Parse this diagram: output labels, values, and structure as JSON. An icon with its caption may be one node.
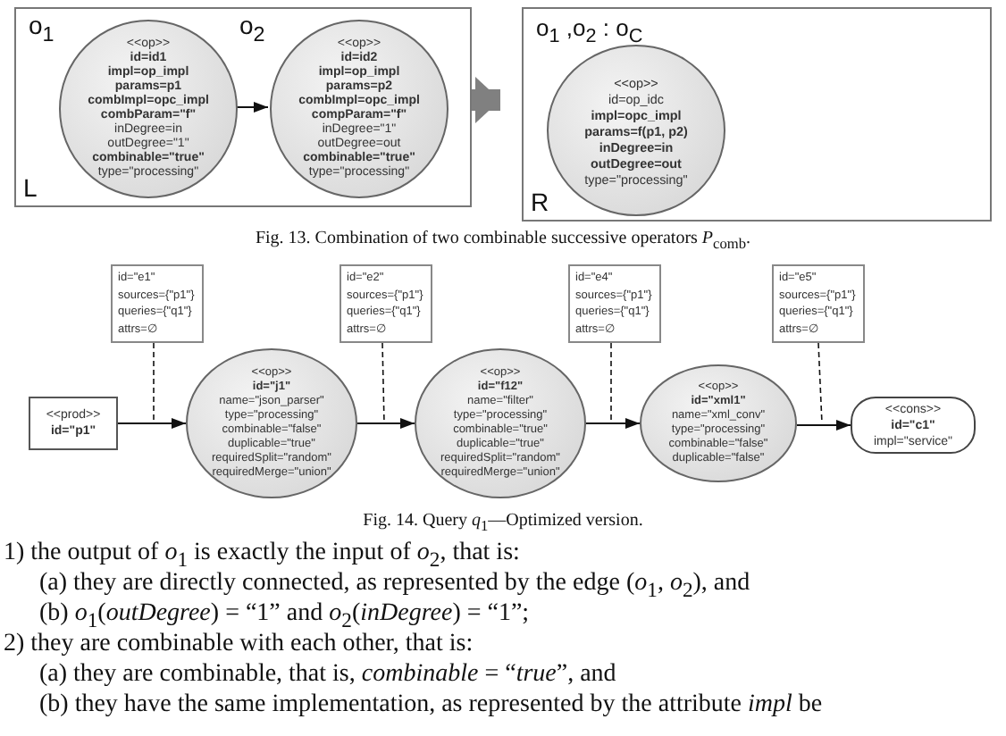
{
  "diagram": {
    "nodes": [
      {
        "text": [
          "L"
        ]
      },
      {
        "text": [
          "<<op>>",
          "id=id1",
          "impl=op_impl",
          "params=p1",
          "combImpl=opc_impl",
          "combParam=\"f\"",
          "inDegree=in",
          "outDegree=\"1\"",
          "combinable=\"true\"",
          "type=\"processing\""
        ],
        "in": 0,
        "beside": [
          "o$_{1}$"
        ]
      },
      {
        "text": [
          "<<op>>",
          "id=id2",
          "impl=op_impl",
          "params=p2",
          "combImpl=opc_impl",
          "compParam=\"f\"",
          "inDegree=\"1\"",
          "outDegree=out",
          "combinable=\"true\"",
          "type=\"processing\""
        ],
        "in": 0,
        "beside": [
          "o$_{2}$"
        ]
      },
      {
        "text": [
          "R"
        ]
      },
      {
        "text": [
          "<<op>>",
          "id=op_idc",
          "impl=opc_impl",
          "params=f(p1, p2)",
          "inDegree=in",
          "outDegree=out",
          "type=\"processing\""
        ],
        "in": 3,
        "beside": [
          "o$_{1}$ ,o$_{2}$ : o$_{C}$"
        ]
      },
      {
        "text": [
          "id=\"e1\"",
          "sources={\"p1\"}",
          "queries={\"q1\"}",
          "attrs=∅"
        ]
      },
      {
        "text": [
          "id=\"e2\"",
          "sources={\"p1\"}",
          "queries={\"q1\"}",
          "attrs=∅"
        ]
      },
      {
        "text": [
          "id=\"e4\"",
          "sources={\"p1\"}",
          "queries={\"q1\"}",
          "attrs=∅"
        ]
      },
      {
        "text": [
          "id=\"e5\"",
          "sources={\"p1\"}",
          "queries={\"q1\"}",
          "attrs=∅"
        ]
      },
      {
        "text": [
          "<<prod>>",
          "id=\"p1\""
        ]
      },
      {
        "text": [
          "<<op>>",
          "id=\"j1\"",
          "name=\"json_parser\"",
          "type=\"processing\"",
          "combinable=\"false\"",
          "duplicable=\"true\"",
          "requiredSplit=\"random\"",
          "requiredMerge=\"union\""
        ]
      },
      {
        "text": [
          "<<op>>",
          "id=\"f12\"",
          "name=\"filter\"",
          "type=\"processing\"",
          "combinable=\"true\"",
          "duplicable=\"true\"",
          "requiredSplit=\"random\"",
          "requiredMerge=\"union\""
        ]
      },
      {
        "text": [
          "<<op>>",
          "id=\"xml1\"",
          "name=\"xml_conv\"",
          "type=\"processing\"",
          "combinable=\"false\"",
          "duplicable=\"false\""
        ]
      },
      {
        "text": [
          "<<cons>>",
          "id=\"c1\"",
          "impl=\"service\""
        ]
      }
    ],
    "edges": [
      {
        "from": 1,
        "to": 2,
        "arrow": "to"
      },
      {
        "from": 0,
        "to": 3,
        "arrow": "to",
        "style": "thick",
        "color": "#808080"
      },
      {
        "from": 9,
        "to": 10,
        "arrow": "to"
      },
      {
        "from": 10,
        "to": 11,
        "arrow": "to"
      },
      {
        "from": 11,
        "to": 12,
        "arrow": "to"
      },
      {
        "from": 12,
        "to": 13,
        "arrow": "to"
      },
      {
        "from": 5,
        "to": null,
        "arrow": "none",
        "style": "dashed"
      },
      {
        "from": 6,
        "to": null,
        "arrow": "none",
        "style": "dashed"
      },
      {
        "from": 7,
        "to": null,
        "arrow": "none",
        "style": "dashed"
      },
      {
        "from": 8,
        "to": null,
        "arrow": "none",
        "style": "dashed"
      }
    ],
    "labels": [
      "Fig. 13. Combination of two combinable successive operators *P*$_{comb}$.",
      "Fig. 14. Query *q*$_{1}$—Optimized version.",
      "1) the output of *o*$_{1}$ is exactly the input of *o*$_{2}$, that is:",
      "(a) they are directly connected, as represented by the edge (*o*$_{1}$, *o*$_{2}$), and",
      "(b) *o*$_{1}$(*outDegree*) = “1” and *o*$_{2}$(*inDegree*) = “1”;",
      "2) they are combinable with each other, that is:",
      "(a) they are combinable, that is, *combinable* = “*true*”, and",
      "(b) they have the same implementation, as represented by the attribute *impl* be"
    ]
  }
}
